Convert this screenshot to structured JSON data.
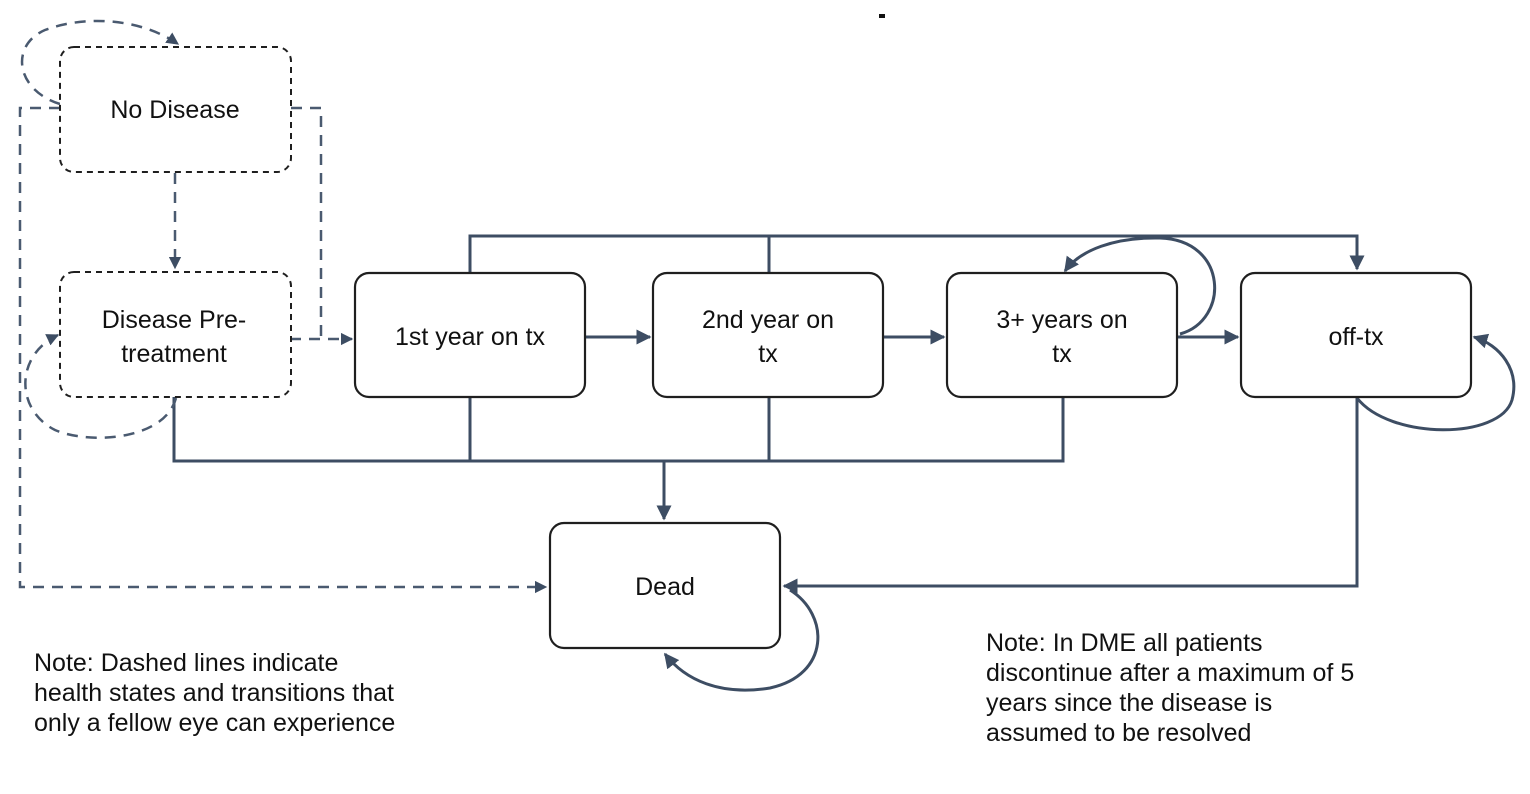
{
  "states": {
    "no_disease": [
      "No Disease"
    ],
    "disease_pretreatment": [
      "Disease Pre-",
      "treatment"
    ],
    "year1": [
      "1st year on tx"
    ],
    "year2": [
      "2nd year on",
      "tx"
    ],
    "year3plus": [
      "3+ years on",
      "tx"
    ],
    "off_tx": [
      "off-tx"
    ],
    "dead": [
      "Dead"
    ]
  },
  "notes": {
    "left": [
      "Note: Dashed lines indicate",
      "health states and transitions that",
      "only a fellow eye can experience"
    ],
    "right": [
      "Note: In DME all patients",
      "discontinue after a maximum of 5",
      "years since the disease is",
      "assumed to be resolved"
    ]
  },
  "colors": {
    "edge": "#3d4d63",
    "box_border": "#1f1f1f"
  }
}
